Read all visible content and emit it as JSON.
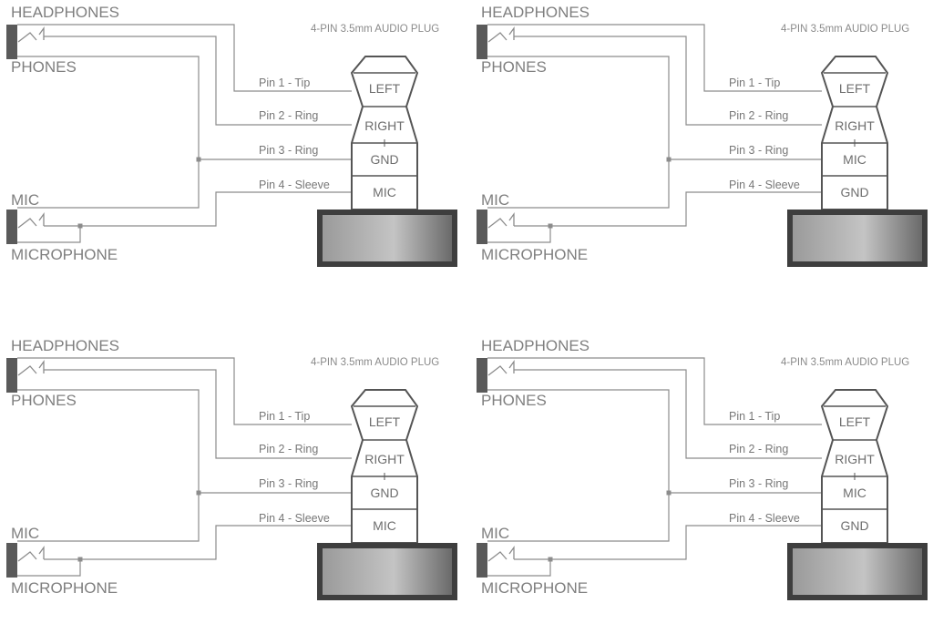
{
  "panels": [
    {
      "title": "4-PIN 3.5mm AUDIO PLUG",
      "headphones": "HEADPHONES",
      "phones": "PHONES",
      "mic": "MIC",
      "microphone": "MICROPHONE",
      "pins": [
        "Pin 1 - Tip",
        "Pin 2 - Ring",
        "Pin 3 - Ring",
        "Pin 4 - Sleeve"
      ],
      "segments": [
        "LEFT",
        "RIGHT",
        "GND",
        "MIC"
      ]
    },
    {
      "title": "4-PIN 3.5mm AUDIO PLUG",
      "headphones": "HEADPHONES",
      "phones": "PHONES",
      "mic": "MIC",
      "microphone": "MICROPHONE",
      "pins": [
        "Pin 1 - Tip",
        "Pin 2 - Ring",
        "Pin 3 - Ring",
        "Pin 4 - Sleeve"
      ],
      "segments": [
        "LEFT",
        "RIGHT",
        "MIC",
        "GND"
      ]
    },
    {
      "title": "4-PIN 3.5mm AUDIO PLUG",
      "headphones": "HEADPHONES",
      "phones": "PHONES",
      "mic": "MIC",
      "microphone": "MICROPHONE",
      "pins": [
        "Pin 1 - Tip",
        "Pin 2 - Ring",
        "Pin 3 - Ring",
        "Pin 4 - Sleeve"
      ],
      "segments": [
        "LEFT",
        "RIGHT",
        "GND",
        "MIC"
      ]
    },
    {
      "title": "4-PIN 3.5mm AUDIO PLUG",
      "headphones": "HEADPHONES",
      "phones": "PHONES",
      "mic": "MIC",
      "microphone": "MICROPHONE",
      "pins": [
        "Pin 1 - Tip",
        "Pin 2 - Ring",
        "Pin 3 - Ring",
        "Pin 4 - Sleeve"
      ],
      "segments": [
        "LEFT",
        "RIGHT",
        "MIC",
        "GND"
      ]
    }
  ],
  "colors": {
    "wire": "#8c8c8c",
    "text": "#7f7f7f",
    "plug_outline": "#555555",
    "jack_block": "#5a5a5a"
  }
}
